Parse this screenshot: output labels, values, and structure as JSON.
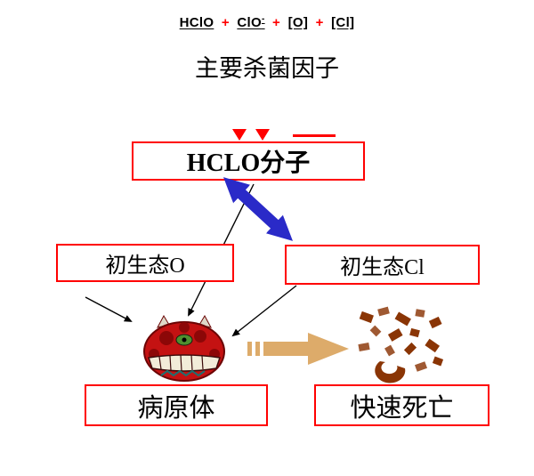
{
  "header": {
    "formula": {
      "term1": "HClO",
      "term2": "ClO",
      "term2_sup": "-",
      "term3": "[O]",
      "term4": "[Cl]",
      "plus": "+"
    },
    "subtitle": "主要杀菌因子"
  },
  "boxes": {
    "hclo_label": "HCLO分子",
    "nascent_o_label": "初生态O",
    "nascent_cl_label": "初生态Cl",
    "pathogen_label": "病原体",
    "death_label": "快速死亡"
  },
  "colors": {
    "box_border": "#ff0000",
    "formula_plus": "#ff0000",
    "blue_arrow": "#2a2ac8",
    "tan_arrow": "#ddab6a",
    "fragments": "#8a3505"
  }
}
